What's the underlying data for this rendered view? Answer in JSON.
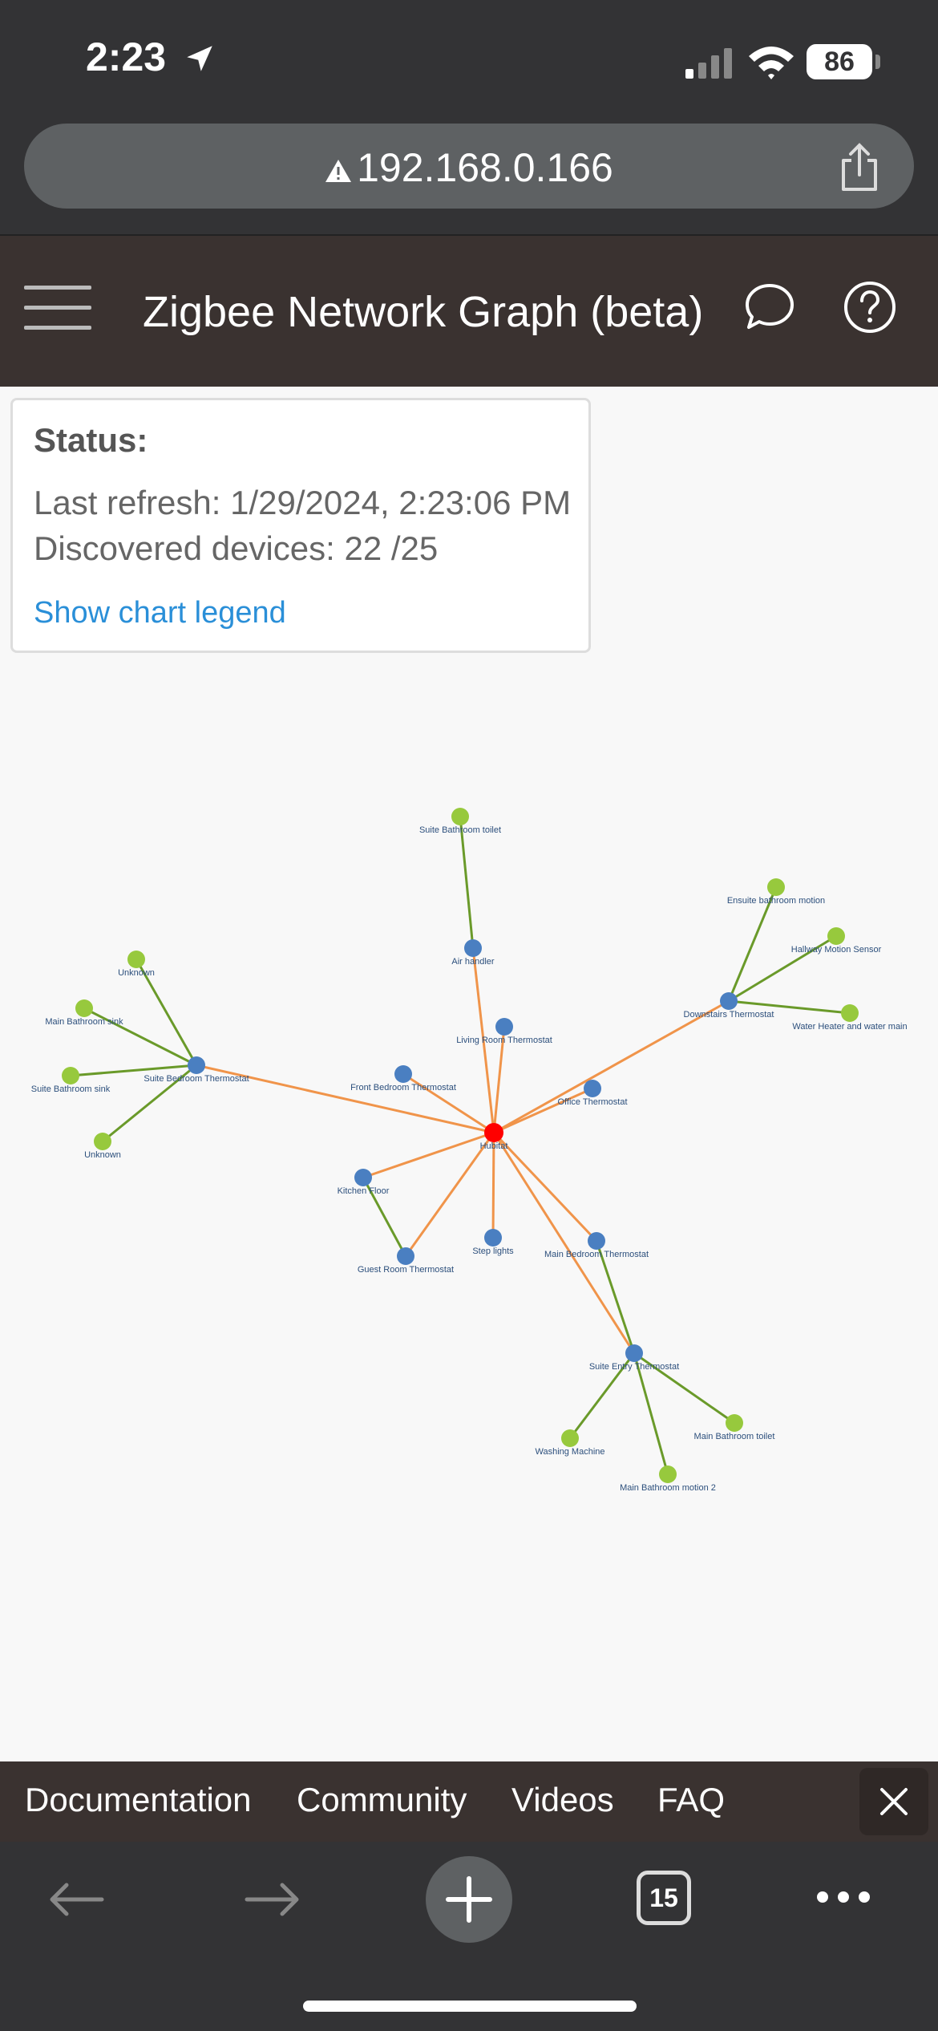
{
  "status_bar": {
    "time": "2:23",
    "battery": "86"
  },
  "browser": {
    "url": "192.168.0.166",
    "tab_count": "15"
  },
  "app_header": {
    "title": "Zigbee Network Graph (beta)"
  },
  "status_card": {
    "title": "Status:",
    "last_refresh": "Last refresh: 1/29/2024, 2:23:06 PM",
    "discovered": "Discovered devices: 22 /25",
    "legend_link": "Show chart legend"
  },
  "colors": {
    "hub": "#ff0000",
    "router": "#4a7fc1",
    "end_device": "#97c93d",
    "hub_link": "#f0944a",
    "route_link": "#6a9a2a"
  },
  "graph": {
    "nodes": [
      {
        "id": "hub",
        "label": "Hubitat",
        "type": "hub"
      },
      {
        "id": "air",
        "label": "Air handler",
        "type": "router"
      },
      {
        "id": "sbt",
        "label": "Suite Bathroom toilet",
        "type": "end"
      },
      {
        "id": "lrt",
        "label": "Living Room Thermostat",
        "type": "router"
      },
      {
        "id": "fbt",
        "label": "Front Bedroom Thermostat",
        "type": "router"
      },
      {
        "id": "off",
        "label": "Office Thermostat",
        "type": "router"
      },
      {
        "id": "dst",
        "label": "Downstairs Thermostat",
        "type": "router"
      },
      {
        "id": "ebm",
        "label": "Ensuite bathroom motion",
        "type": "end"
      },
      {
        "id": "hms",
        "label": "Hallway Motion Sensor",
        "type": "end"
      },
      {
        "id": "wh",
        "label": "Water Heater and water main",
        "type": "end"
      },
      {
        "id": "sbdt",
        "label": "Suite Bedroom Thermostat",
        "type": "router"
      },
      {
        "id": "unk1",
        "label": "Unknown",
        "type": "end"
      },
      {
        "id": "mbs",
        "label": "Main Bathroom sink",
        "type": "end"
      },
      {
        "id": "sbs",
        "label": "Suite Bathroom sink",
        "type": "end"
      },
      {
        "id": "unk2",
        "label": "Unknown",
        "type": "end"
      },
      {
        "id": "kf",
        "label": "Kitchen Floor",
        "type": "router"
      },
      {
        "id": "grt",
        "label": "Guest Room Thermostat",
        "type": "router"
      },
      {
        "id": "step",
        "label": "Step lights",
        "type": "router"
      },
      {
        "id": "mbt",
        "label": "Main Bedroom Thermostat",
        "type": "router"
      },
      {
        "id": "set",
        "label": "Suite Entry Thermostat",
        "type": "router"
      },
      {
        "id": "wm",
        "label": "Washing Machine",
        "type": "end"
      },
      {
        "id": "mbm2",
        "label": "Main Bathroom motion 2",
        "type": "end"
      },
      {
        "id": "mbtoilet",
        "label": "Main Bathroom toilet",
        "type": "end"
      }
    ],
    "edges": [
      [
        "hub",
        "air"
      ],
      [
        "hub",
        "lrt"
      ],
      [
        "hub",
        "fbt"
      ],
      [
        "hub",
        "off"
      ],
      [
        "hub",
        "dst"
      ],
      [
        "hub",
        "sbdt"
      ],
      [
        "hub",
        "kf"
      ],
      [
        "hub",
        "grt"
      ],
      [
        "hub",
        "step"
      ],
      [
        "hub",
        "mbt"
      ],
      [
        "hub",
        "set"
      ],
      [
        "air",
        "sbt"
      ],
      [
        "dst",
        "ebm"
      ],
      [
        "dst",
        "hms"
      ],
      [
        "dst",
        "wh"
      ],
      [
        "sbdt",
        "unk1"
      ],
      [
        "sbdt",
        "mbs"
      ],
      [
        "sbdt",
        "sbs"
      ],
      [
        "sbdt",
        "unk2"
      ],
      [
        "kf",
        "grt"
      ],
      [
        "mbt",
        "set"
      ],
      [
        "set",
        "wm"
      ],
      [
        "set",
        "mbm2"
      ],
      [
        "set",
        "mbtoilet"
      ]
    ]
  },
  "bottom_links": [
    "Documentation",
    "Community",
    "Videos",
    "FAQ"
  ]
}
